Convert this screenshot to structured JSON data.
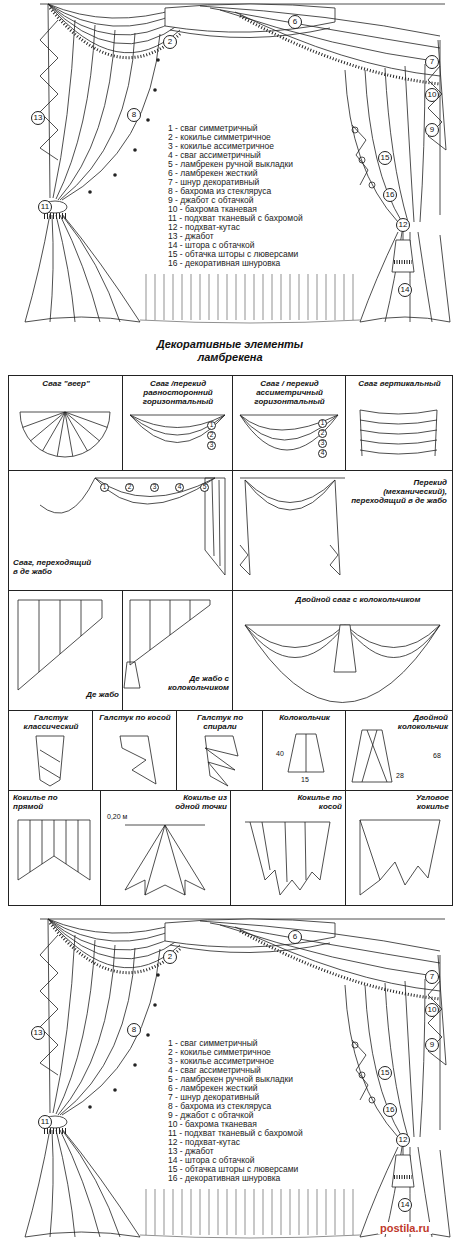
{
  "diagram": {
    "title": "Декоративные элементы ламбрекена",
    "nodes": [
      {
        "text": [
          "6"
        ]
      },
      {
        "text": [
          "2"
        ]
      },
      {
        "text": [
          "7"
        ]
      },
      {
        "text": [
          "10"
        ]
      },
      {
        "text": [
          "8"
        ]
      },
      {
        "text": [
          "13"
        ]
      },
      {
        "text": [
          "9"
        ]
      },
      {
        "text": [
          "15"
        ]
      },
      {
        "text": [
          "16"
        ]
      },
      {
        "text": [
          "11"
        ]
      },
      {
        "text": [
          "12"
        ]
      },
      {
        "text": [
          "14"
        ]
      },
      {
        "text": [
          "Сваг \"веер\""
        ]
      },
      {
        "text": [
          "Сваг /перекид равносторонний горизонтальный"
        ]
      },
      {
        "text": [
          "Сваг / перекид ассиметричный горизонтальный"
        ]
      },
      {
        "text": [
          "Сваг вертикальный"
        ]
      },
      {
        "text": [
          "Сваг, переходящий в де жабо"
        ]
      },
      {
        "text": [
          "Перекид (механический), переходящий в де жабо"
        ]
      },
      {
        "text": [
          "Де жабо"
        ]
      },
      {
        "text": [
          "Де жабо с колокольчиком"
        ]
      },
      {
        "text": [
          "Двойной сваг с колокольчиком"
        ]
      },
      {
        "text": [
          "Галстук классический"
        ]
      },
      {
        "text": [
          "Галстук по спирали"
        ]
      },
      {
        "text": [
          "Галстук по косой"
        ]
      },
      {
        "text": [
          "Колокольчик"
        ]
      },
      {
        "text": [
          "Двойной колокольчик"
        ]
      },
      {
        "text": [
          "Кокилье по прямой"
        ]
      },
      {
        "text": [
          "Кокилье из одной точки"
        ]
      },
      {
        "text": [
          "Кокилье по косой"
        ]
      },
      {
        "text": [
          "Угловое кокилье"
        ]
      },
      {
        "text": [
          "6"
        ]
      },
      {
        "text": [
          "2"
        ]
      },
      {
        "text": [
          "7"
        ]
      },
      {
        "text": [
          "10"
        ]
      },
      {
        "text": [
          "8"
        ]
      },
      {
        "text": [
          "13"
        ]
      },
      {
        "text": [
          "9"
        ]
      },
      {
        "text": [
          "15"
        ]
      },
      {
        "text": [
          "16"
        ]
      },
      {
        "text": [
          "11"
        ]
      },
      {
        "text": [
          "12"
        ]
      },
      {
        "text": [
          "14"
        ]
      }
    ],
    "labels": [
      "1 - сваг симметричный",
      "2 - кокилье симметричное",
      "3 - кокилье ассиметричное",
      "4 - сваг ассиметричный",
      "5 - ламбрекен ручной выкладки",
      "6 - ламбрекен жесткий",
      "7 - шнур декоративный",
      "8 - бахрома из стекляруса",
      "9 - джабот с обтачкой",
      "10 - бахрома тканевая",
      "11 - подхват тканевый с бахромой",
      "12 - подхват-кутас",
      "13 - джабот",
      "14 - штора с обтачкой",
      "15 - обтачка шторы с люверсами",
      "16 - декоративная шнуровка",
      "1",
      "2",
      "3",
      "1",
      "2",
      "3",
      "4",
      "1",
      "2",
      "3",
      "4",
      "5",
      "0,20 м",
      "40",
      "15",
      "68",
      "28",
      "1 - сваг симметричный",
      "2 - кокилье симметричное",
      "3 - кокилье ассиметричное",
      "4 - сваг ассиметричный",
      "5 - ламбрекен ручной выкладки",
      "6 - ламбрекен жесткий",
      "7 - шнур декоративный",
      "8 - бахрома из стекляруса",
      "9 - джабот с обтачкой",
      "10 - бахрома тканевая",
      "11 - подхват тканевый с бахромой",
      "12 - подхват-кутас",
      "13 - джабот",
      "14 - штора с обтачкой",
      "15 - обтачка шторы с люверсами",
      "16 - декоративная шнуровка",
      "postila.ru"
    ]
  }
}
